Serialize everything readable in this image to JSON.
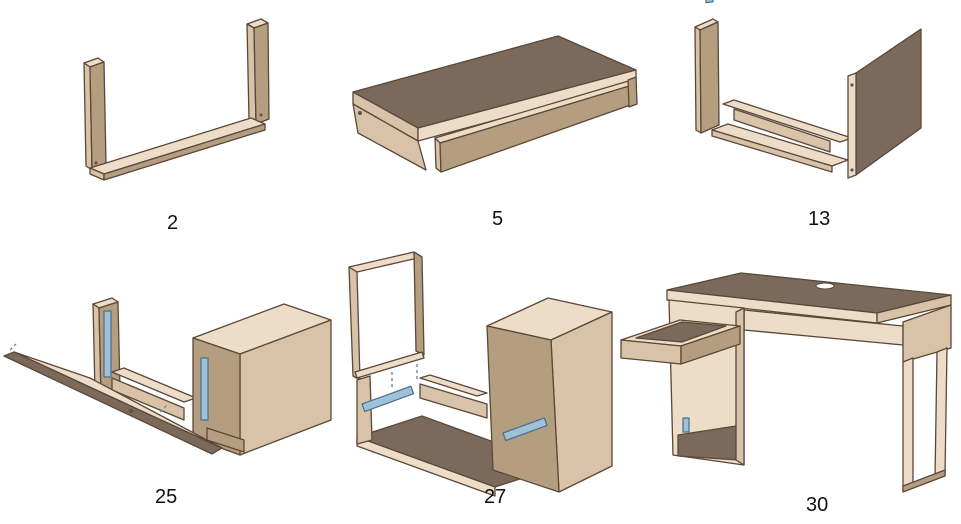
{
  "diagram": {
    "steps": [
      {
        "id": "step-2",
        "label": "2"
      },
      {
        "id": "step-5",
        "label": "5"
      },
      {
        "id": "step-13",
        "label": "13"
      },
      {
        "id": "step-25",
        "label": "25"
      },
      {
        "id": "step-27",
        "label": "27"
      },
      {
        "id": "step-30",
        "label": "30"
      }
    ]
  },
  "colors": {
    "wood_face": "#d8c3a8",
    "wood_light": "#ecdcc8",
    "wood_dark": "#b59d80",
    "top_surface": "#7b6a5c",
    "edge": "#5a4838",
    "rail_blue": "#9cc1d9",
    "background": "#ffffff"
  }
}
